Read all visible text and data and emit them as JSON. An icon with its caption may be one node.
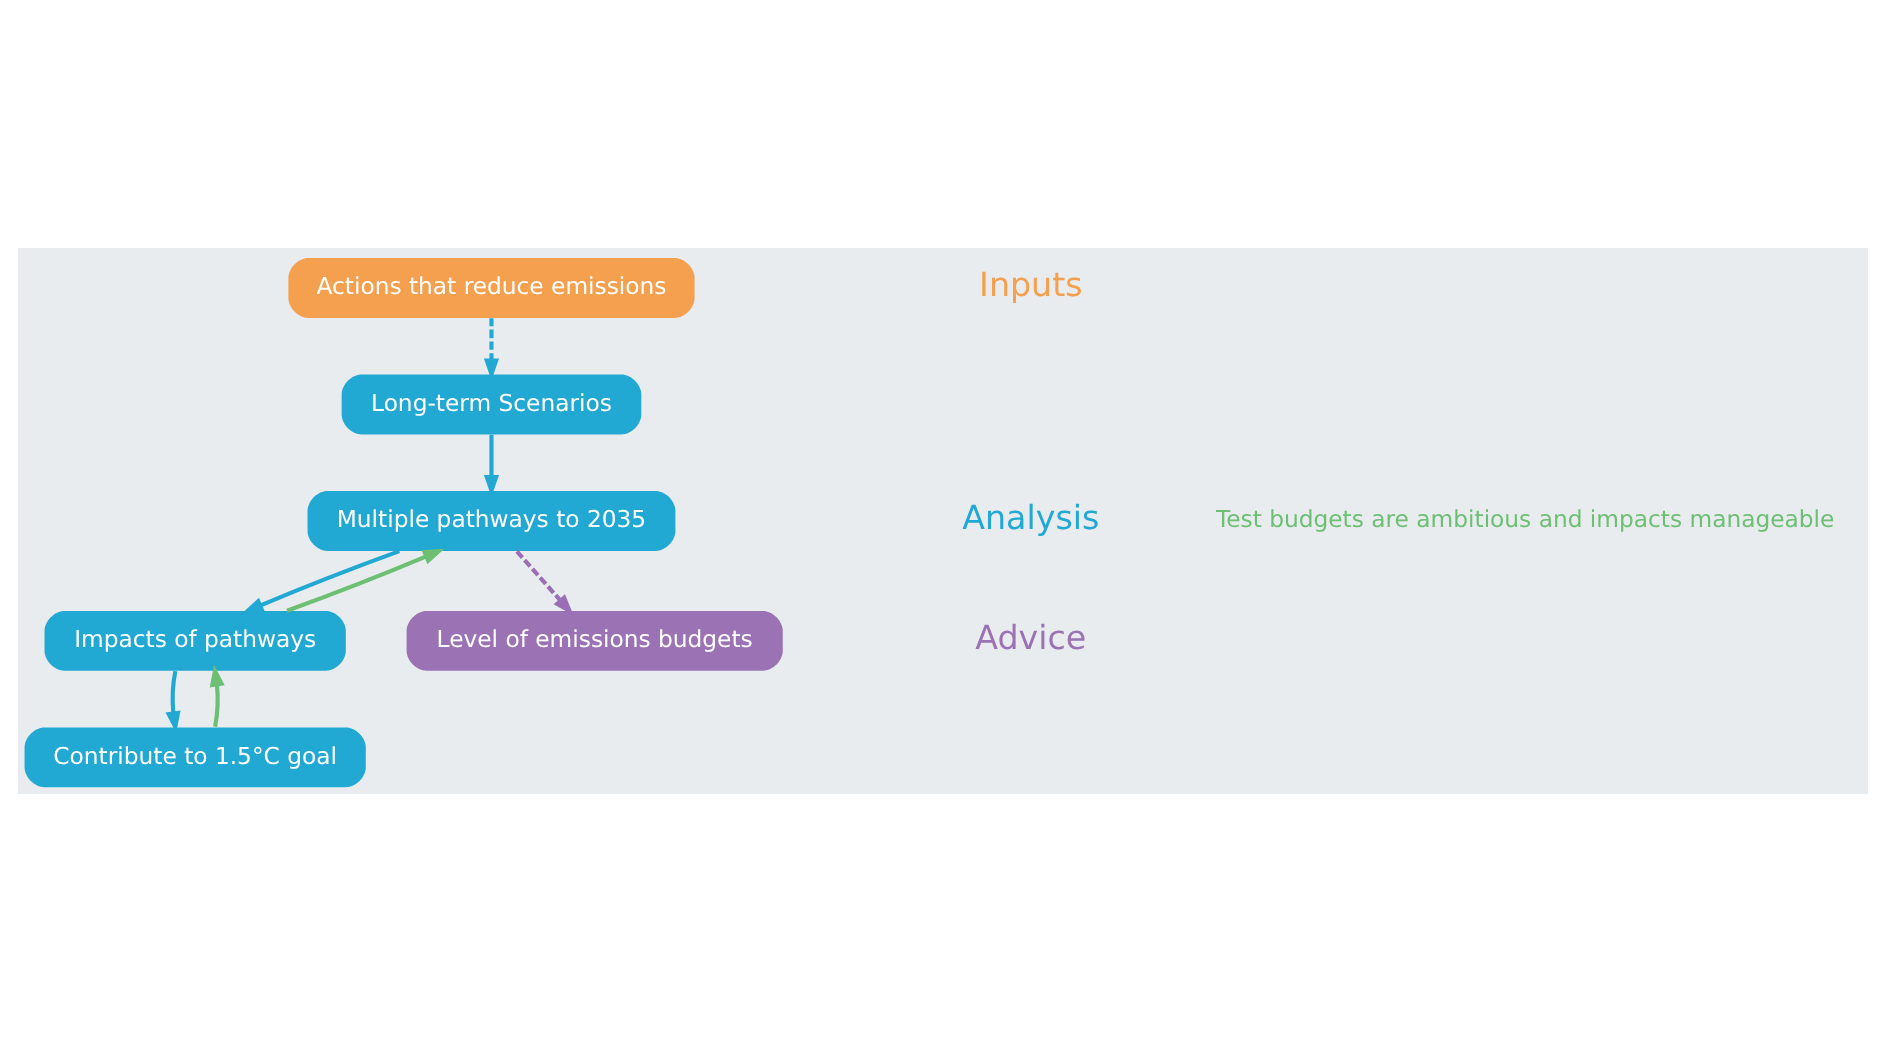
{
  "diagram": {
    "nodes": [
      {
        "text": [
          "Actions that reduce emissions"
        ]
      },
      {
        "text": [
          "Long-term Scenarios"
        ]
      },
      {
        "text": [
          "Multiple pathways to 2035"
        ]
      },
      {
        "text": [
          "Impacts of pathways"
        ]
      },
      {
        "text": [
          "Contribute to 1.5°C goal"
        ]
      },
      {
        "text": [
          "Level of emissions budgets"
        ]
      }
    ],
    "edges": [
      {
        "from": 0,
        "to": 1,
        "arrow": "to",
        "style": "dashed"
      },
      {
        "from": 1,
        "to": 2,
        "arrow": "to"
      },
      {
        "from": 2,
        "to": 3,
        "arrow": "to"
      },
      {
        "from": 3,
        "to": 4,
        "arrow": "to"
      },
      {
        "from": 4,
        "to": 3,
        "arrow": "to",
        "color": "#6cbf73"
      },
      {
        "from": 3,
        "to": 2,
        "arrow": "to",
        "color": "#6cbf73"
      },
      {
        "from": 2,
        "to": 5,
        "arrow": "to",
        "style": "dashed",
        "color": "#9b6fb5"
      }
    ],
    "labels": [
      "Inputs",
      "Analysis",
      "Test budgets are ambitious and impacts manageable",
      "Advice"
    ]
  }
}
